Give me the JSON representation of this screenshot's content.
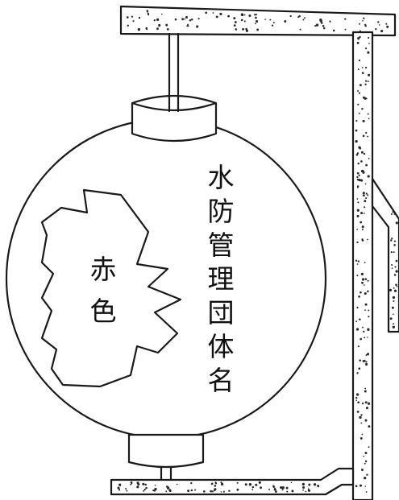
{
  "lantern": {
    "vertical_text": [
      "水",
      "防",
      "管",
      "理",
      "団",
      "体",
      "名"
    ],
    "color_patch_label": [
      "赤",
      "色"
    ]
  }
}
